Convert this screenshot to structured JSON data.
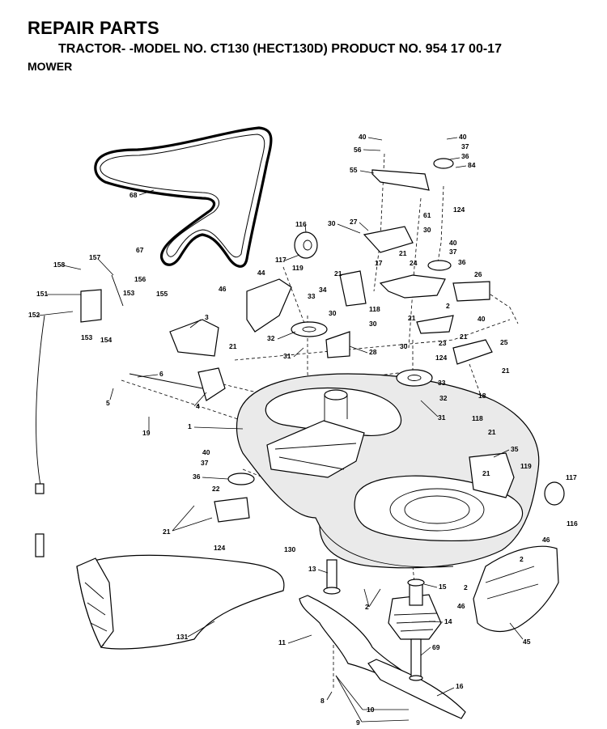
{
  "header": {
    "title": "REPAIR PARTS",
    "subtitle": "TRACTOR- -MODEL NO. CT130 (HECT130D) PRODUCT NO. 954 17 00-17",
    "section": "MOWER"
  },
  "callouts": [
    {
      "id": "c40a",
      "text": "40"
    },
    {
      "id": "c56",
      "text": "56"
    },
    {
      "id": "c40b",
      "text": "40"
    },
    {
      "id": "c37a",
      "text": "37"
    },
    {
      "id": "c36a",
      "text": "36"
    },
    {
      "id": "c84",
      "text": "84"
    },
    {
      "id": "c55",
      "text": "55"
    },
    {
      "id": "c124a",
      "text": "124"
    },
    {
      "id": "c68",
      "text": "68"
    },
    {
      "id": "c61",
      "text": "61"
    },
    {
      "id": "c27",
      "text": "27"
    },
    {
      "id": "c30a",
      "text": "30"
    },
    {
      "id": "c30b",
      "text": "30"
    },
    {
      "id": "c116a",
      "text": "116"
    },
    {
      "id": "c40c",
      "text": "40"
    },
    {
      "id": "c37b",
      "text": "37"
    },
    {
      "id": "c67",
      "text": "67"
    },
    {
      "id": "c117a",
      "text": "117"
    },
    {
      "id": "c119a",
      "text": "119"
    },
    {
      "id": "c17",
      "text": "17"
    },
    {
      "id": "c21a",
      "text": "21"
    },
    {
      "id": "c24",
      "text": "24"
    },
    {
      "id": "c36b",
      "text": "36"
    },
    {
      "id": "c157",
      "text": "157"
    },
    {
      "id": "c158",
      "text": "158"
    },
    {
      "id": "c44",
      "text": "44"
    },
    {
      "id": "c21b",
      "text": "21"
    },
    {
      "id": "c26",
      "text": "26"
    },
    {
      "id": "c156",
      "text": "156"
    },
    {
      "id": "c34",
      "text": "34"
    },
    {
      "id": "c151",
      "text": "151"
    },
    {
      "id": "c153a",
      "text": "153"
    },
    {
      "id": "c155",
      "text": "155"
    },
    {
      "id": "c46a",
      "text": "46"
    },
    {
      "id": "c118a",
      "text": "118"
    },
    {
      "id": "c2a",
      "text": "2"
    },
    {
      "id": "c33a",
      "text": "33"
    },
    {
      "id": "c40d",
      "text": "40"
    },
    {
      "id": "c152",
      "text": "152"
    },
    {
      "id": "c3",
      "text": "3"
    },
    {
      "id": "c30c",
      "text": "30"
    },
    {
      "id": "c21c",
      "text": "21"
    },
    {
      "id": "c153b",
      "text": "153"
    },
    {
      "id": "c154",
      "text": "154"
    },
    {
      "id": "c30d",
      "text": "30"
    },
    {
      "id": "c32a",
      "text": "32"
    },
    {
      "id": "c21d",
      "text": "21"
    },
    {
      "id": "c23",
      "text": "23"
    },
    {
      "id": "c25",
      "text": "25"
    },
    {
      "id": "c28",
      "text": "28"
    },
    {
      "id": "c31a",
      "text": "31"
    },
    {
      "id": "c30e",
      "text": "30"
    },
    {
      "id": "c124b",
      "text": "124"
    },
    {
      "id": "c21e",
      "text": "21"
    },
    {
      "id": "c6",
      "text": "6"
    },
    {
      "id": "c21f",
      "text": "21"
    },
    {
      "id": "c33b",
      "text": "33"
    },
    {
      "id": "c4",
      "text": "4"
    },
    {
      "id": "c5",
      "text": "5"
    },
    {
      "id": "c32b",
      "text": "32"
    },
    {
      "id": "c18",
      "text": "18"
    },
    {
      "id": "c19",
      "text": "19"
    },
    {
      "id": "c31b",
      "text": "31"
    },
    {
      "id": "c1",
      "text": "1"
    },
    {
      "id": "c118b",
      "text": "118"
    },
    {
      "id": "c21g",
      "text": "21"
    },
    {
      "id": "c35",
      "text": "35"
    },
    {
      "id": "c40e",
      "text": "40"
    },
    {
      "id": "c37c",
      "text": "37"
    },
    {
      "id": "c36c",
      "text": "36"
    },
    {
      "id": "c21h",
      "text": "21"
    },
    {
      "id": "c119b",
      "text": "119"
    },
    {
      "id": "c117b",
      "text": "117"
    },
    {
      "id": "c22",
      "text": "22"
    },
    {
      "id": "c21i",
      "text": "21"
    },
    {
      "id": "c116b",
      "text": "116"
    },
    {
      "id": "c124c",
      "text": "124"
    },
    {
      "id": "c130",
      "text": "130"
    },
    {
      "id": "c46b",
      "text": "46"
    },
    {
      "id": "c13",
      "text": "13"
    },
    {
      "id": "c2b",
      "text": "2"
    },
    {
      "id": "c15",
      "text": "15"
    },
    {
      "id": "c2c",
      "text": "2"
    },
    {
      "id": "c2d",
      "text": "2"
    },
    {
      "id": "c46c",
      "text": "46"
    },
    {
      "id": "c14",
      "text": "14"
    },
    {
      "id": "c131",
      "text": "131"
    },
    {
      "id": "c11",
      "text": "11"
    },
    {
      "id": "c45",
      "text": "45"
    },
    {
      "id": "c69",
      "text": "69"
    },
    {
      "id": "c16",
      "text": "16"
    },
    {
      "id": "c8",
      "text": "8"
    },
    {
      "id": "c10",
      "text": "10"
    },
    {
      "id": "c9",
      "text": "9"
    }
  ]
}
